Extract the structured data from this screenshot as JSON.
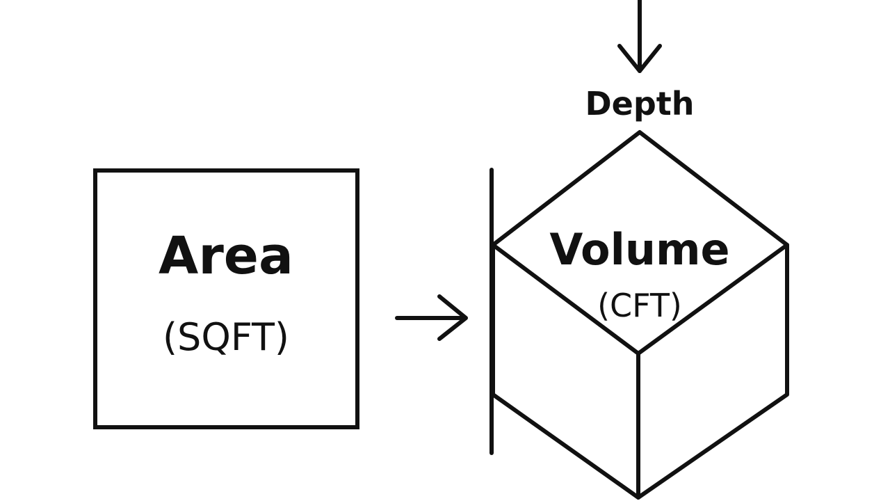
{
  "diagram": {
    "area_box": {
      "title": "Area",
      "unit": "(SQFT)"
    },
    "volume_cube": {
      "title": "Volume",
      "unit": "(CFT)"
    },
    "depth_label": "Depth",
    "colors": {
      "background": "#ffffff",
      "stroke": "#111111"
    }
  }
}
